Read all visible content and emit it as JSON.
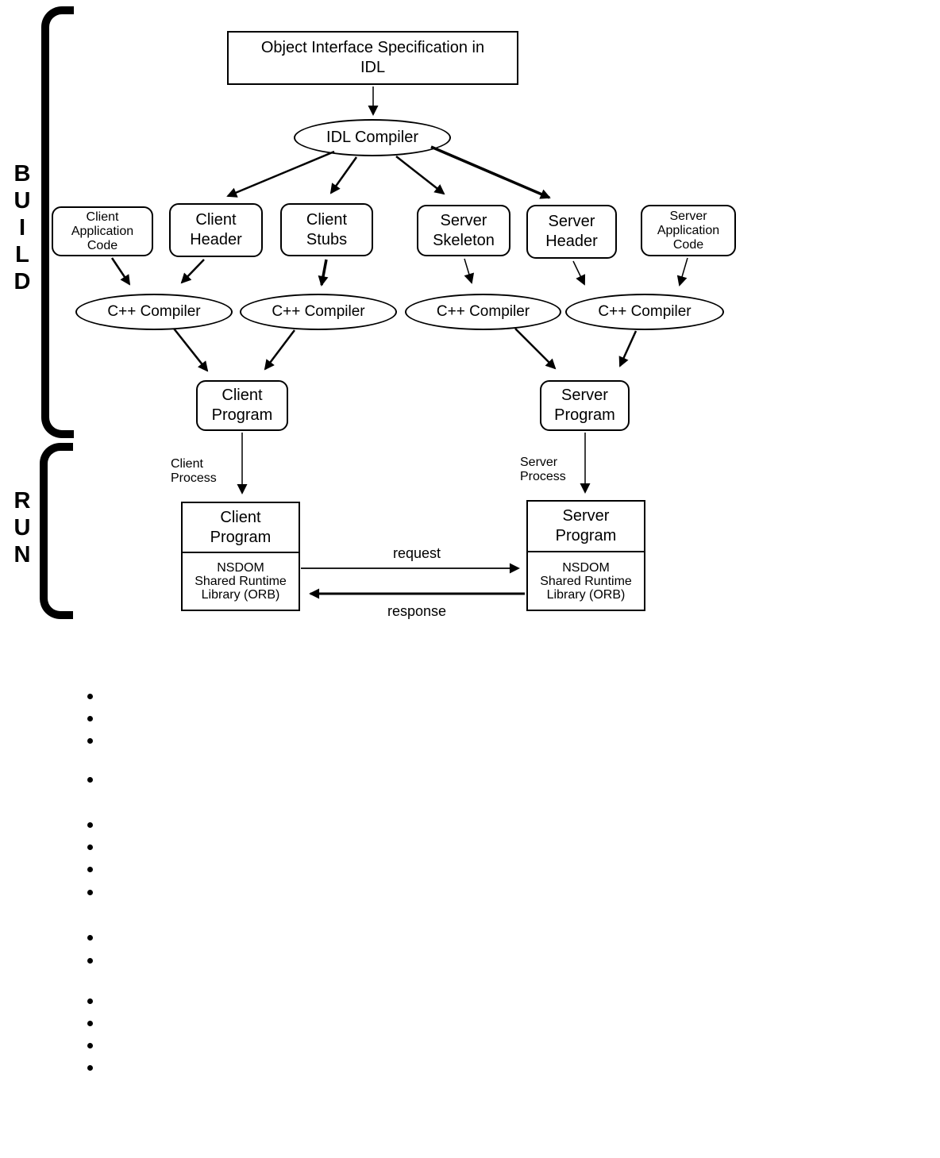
{
  "diagram": {
    "phases": {
      "build": {
        "letters": [
          "B",
          "U",
          "I",
          "L",
          "D"
        ]
      },
      "run": {
        "letters": [
          "R",
          "U",
          "N"
        ]
      }
    },
    "nodes": {
      "idl_spec": {
        "lines": [
          "Object Interface Specification in",
          "IDL"
        ]
      },
      "idl_compiler": {
        "label": "IDL Compiler"
      },
      "client_app_code": {
        "lines": [
          "Client",
          "Application",
          "Code"
        ]
      },
      "client_header": {
        "lines": [
          "Client",
          "Header"
        ]
      },
      "client_stubs": {
        "lines": [
          "Client",
          "Stubs"
        ]
      },
      "server_skeleton": {
        "lines": [
          "Server",
          "Skeleton"
        ]
      },
      "server_header": {
        "lines": [
          "Server",
          "Header"
        ]
      },
      "server_app_code": {
        "lines": [
          "Server",
          "Application",
          "Code"
        ]
      },
      "cpp_compiler": {
        "label": "C++ Compiler"
      },
      "client_program_build": {
        "lines": [
          "Client",
          "Program"
        ]
      },
      "server_program_build": {
        "lines": [
          "Server",
          "Program"
        ]
      },
      "client_process": {
        "lines": [
          "Client",
          "Process"
        ]
      },
      "server_process": {
        "lines": [
          "Server",
          "Process"
        ]
      },
      "client_runtime": {
        "title_lines": [
          "Client",
          "Program"
        ],
        "orb_lines": [
          "NSDOM",
          "Shared Runtime",
          "Library (ORB)"
        ]
      },
      "server_runtime": {
        "title_lines": [
          "Server",
          "Program"
        ],
        "orb_lines": [
          "NSDOM",
          "Shared Runtime",
          "Library (ORB)"
        ]
      }
    },
    "edges": {
      "request_label": "request",
      "response_label": "response"
    },
    "bullet_count": 14,
    "colors": {
      "ink": "#000000",
      "background": "#ffffff"
    }
  }
}
